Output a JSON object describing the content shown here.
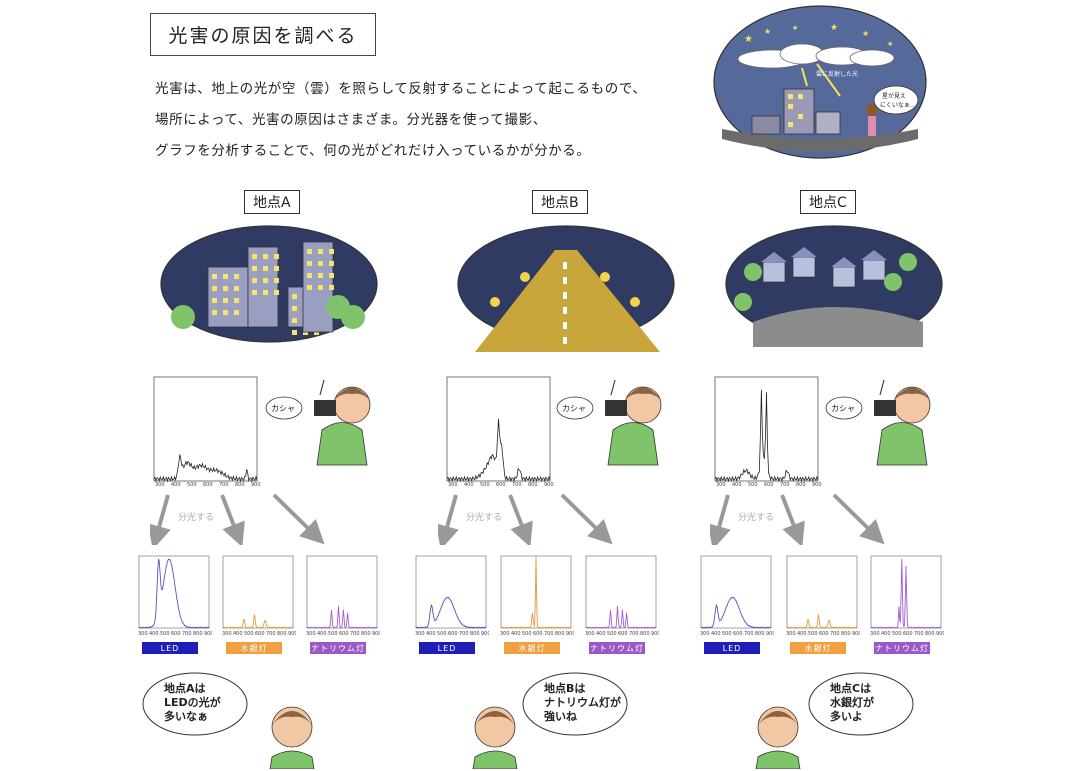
{
  "title": "光害の原因を調べる",
  "intro": [
    "光害は、地上の光が空（雲）を照らして反射することによって起こるもので、",
    "場所によって、光害の原因はさまざま。分光器を使って撮影、",
    "グラフを分析することで、何の光がどれだけ入っているかが分かる。"
  ],
  "top_illustration": {
    "label_reflect": "雲に反射した光",
    "speech": [
      "星が見え",
      "にくいなぁ…"
    ]
  },
  "camera_sound": "カシャ",
  "split_label": "分光する",
  "badges": {
    "led": {
      "label": "LED",
      "color": "#1f1fb8"
    },
    "mercury": {
      "label": "水銀灯",
      "color": "#f0a040"
    },
    "sodium": {
      "label": "ナトリウム灯",
      "color": "#9b59c8"
    }
  },
  "spectrum_ticks": [
    "300",
    "400",
    "500",
    "600",
    "700",
    "800",
    "900"
  ],
  "sites": [
    {
      "tag": "地点A",
      "sky_color": "#2f3b63",
      "comment": [
        "地点Aは",
        "LEDの光が",
        "多いなぁ"
      ],
      "small_charts": {
        "led": "big",
        "mercury": "small",
        "sodium": "small"
      }
    },
    {
      "tag": "地点B",
      "sky_color": "#2f3b63",
      "comment": [
        "地点Bは",
        "ナトリウム灯が",
        "強いね"
      ],
      "small_charts": {
        "led": "mid",
        "mercury": "big",
        "sodium": "small"
      }
    },
    {
      "tag": "地点C",
      "sky_color": "#2f3b63",
      "comment": [
        "地点Cは",
        "水銀灯が",
        "多いよ"
      ],
      "small_charts": {
        "led": "mid",
        "mercury": "small",
        "sodium": "big"
      }
    }
  ]
}
